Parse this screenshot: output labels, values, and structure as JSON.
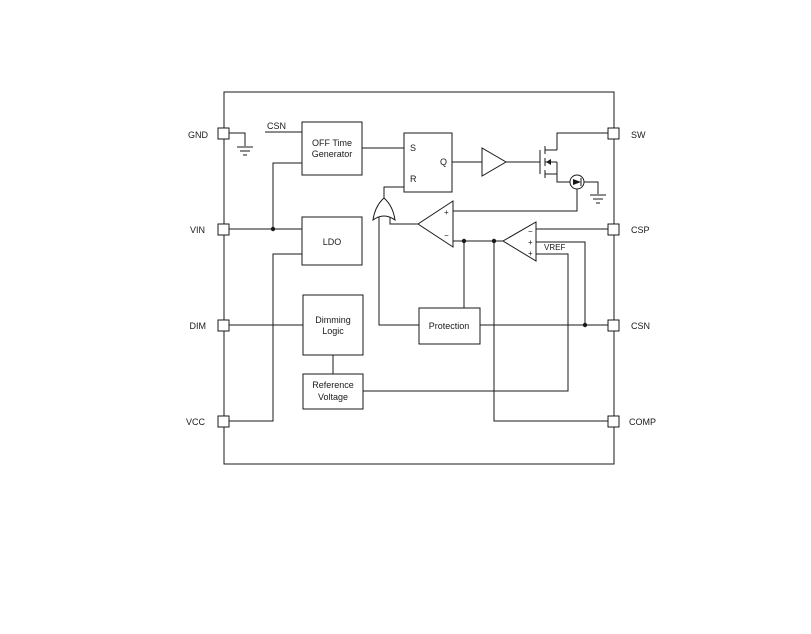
{
  "pins": {
    "gnd": "GND",
    "vin": "VIN",
    "dim": "DIM",
    "vcc": "VCC",
    "sw": "SW",
    "csp": "CSP",
    "csn": "CSN",
    "comp": "COMP"
  },
  "blocks": {
    "off_time_line1": "OFF Time",
    "off_time_line2": "Generator",
    "csn_input": "CSN",
    "ldo": "LDO",
    "dimming_line1": "Dimming",
    "dimming_line2": "Logic",
    "reference_line1": "Reference",
    "reference_line2": "Voltage",
    "latch_s": "S",
    "latch_r": "R",
    "latch_q": "Q",
    "protection": "Protection"
  },
  "comparator": {
    "plus": "+",
    "minus": "−"
  },
  "amplifier": {
    "minus": "−",
    "plus1": "+",
    "plus2": "+",
    "vref": "VREF"
  }
}
